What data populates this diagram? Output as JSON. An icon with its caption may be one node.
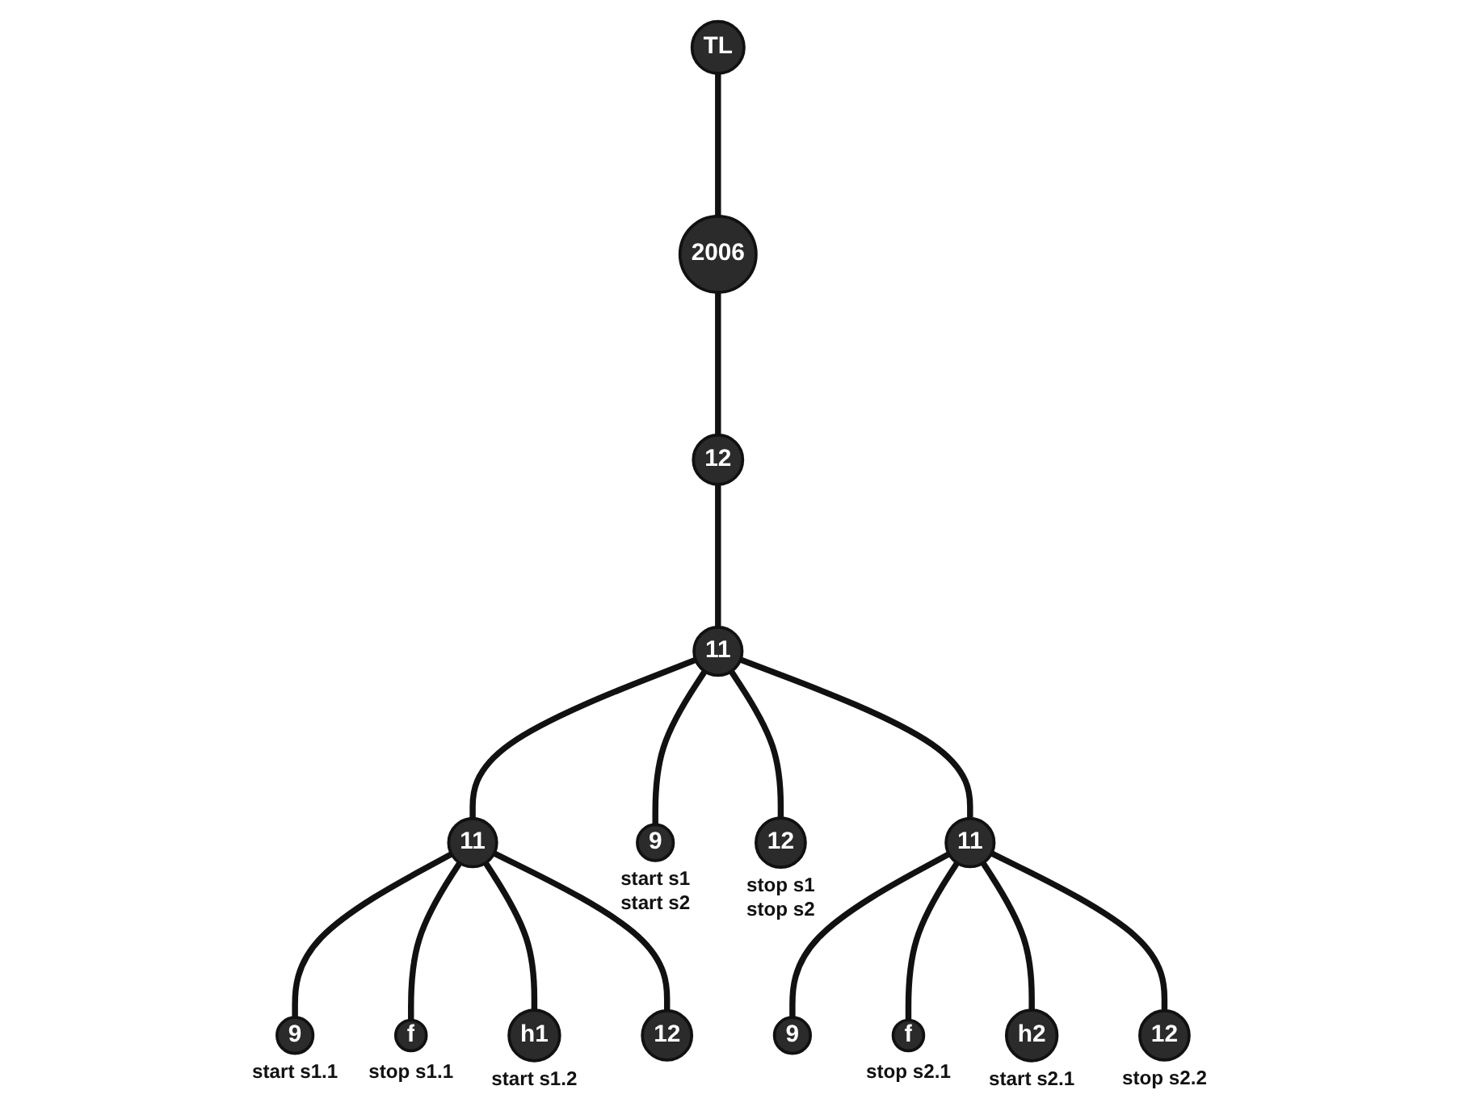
{
  "diagram": {
    "nodes": [
      {
        "text": [
          "TL"
        ]
      },
      {
        "text": [
          "2006"
        ]
      },
      {
        "text": [
          "12"
        ]
      },
      {
        "text": [
          "11"
        ]
      },
      {
        "text": [
          "11"
        ]
      },
      {
        "text": [
          "11"
        ]
      },
      {
        "text": [
          "9"
        ],
        "beside": [
          "start s1.1"
        ]
      },
      {
        "text": [
          "f"
        ],
        "beside": [
          "stop s1.1"
        ]
      },
      {
        "text": [
          "h1"
        ],
        "beside": [
          "start s1.2"
        ]
      },
      {
        "text": [
          "12"
        ]
      },
      {
        "text": [
          "9"
        ]
      },
      {
        "text": [
          "f"
        ],
        "beside": [
          "stop s2.1"
        ]
      },
      {
        "text": [
          "h2"
        ],
        "beside": [
          "start s2.1"
        ]
      },
      {
        "text": [
          "12"
        ],
        "beside": [
          "stop s2.2"
        ]
      },
      {
        "text": [
          "9"
        ],
        "beside": [
          "start s1",
          "start s2"
        ]
      },
      {
        "text": [
          "12"
        ],
        "beside": [
          "stop s1",
          "stop s2"
        ]
      }
    ],
    "edges": [
      {
        "from": 0,
        "to": 1,
        "arrow": "none"
      },
      {
        "from": 1,
        "to": 2,
        "arrow": "none"
      },
      {
        "from": 2,
        "to": 4,
        "arrow": "none"
      },
      {
        "from": 4,
        "to": 3,
        "arrow": "none"
      },
      {
        "from": 4,
        "to": 5,
        "arrow": "none"
      },
      {
        "from": 3,
        "to": 6,
        "arrow": "none"
      },
      {
        "from": 3,
        "to": 7,
        "arrow": "none"
      },
      {
        "from": 3,
        "to": 8,
        "arrow": "none"
      },
      {
        "from": 3,
        "to": 9,
        "arrow": "none"
      },
      {
        "from": 5,
        "to": 10,
        "arrow": "none"
      },
      {
        "from": 5,
        "to": 11,
        "arrow": "none"
      },
      {
        "from": 5,
        "to": 12,
        "arrow": "none"
      },
      {
        "from": 5,
        "to": 13,
        "arrow": "none"
      },
      {
        "from": 4,
        "to": 14,
        "arrow": "none"
      },
      {
        "from": 4,
        "to": 15,
        "arrow": "none"
      }
    ]
  }
}
